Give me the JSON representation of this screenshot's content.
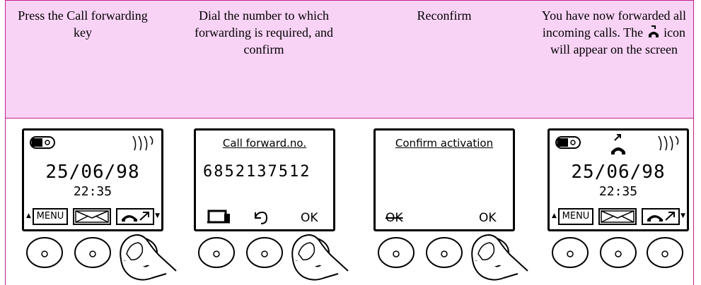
{
  "steps": [
    {
      "text": "Press the Call forwarding key"
    },
    {
      "text": "Dial the number to which forwarding is required, and confirm"
    },
    {
      "text": "Reconfirm"
    },
    {
      "text_before": "You have now forwarded all incoming calls. The",
      "text_after": "icon will appear on the screen"
    }
  ],
  "screens": {
    "idle": {
      "date": "25/06/98",
      "time": "22:35",
      "menu": "MENU"
    },
    "dial": {
      "title": "Call forward.no.",
      "number": "6852137512",
      "ok": "OK"
    },
    "confirm": {
      "title": "Confirm activation",
      "cancel": "OK",
      "ok": "OK"
    },
    "done": {
      "date": "25/06/98",
      "time": "22:35",
      "menu": "MENU"
    }
  },
  "icons": [
    "battery-icon",
    "signal-icon",
    "envelope-icon",
    "call-forward-icon",
    "phonebook-icon",
    "return-icon",
    "forward-active-icon",
    "keypad-button-icon",
    "pressing-finger-icon"
  ],
  "colors": {
    "accent": "#c21e8c",
    "header_bg": "#f9d3f6"
  }
}
